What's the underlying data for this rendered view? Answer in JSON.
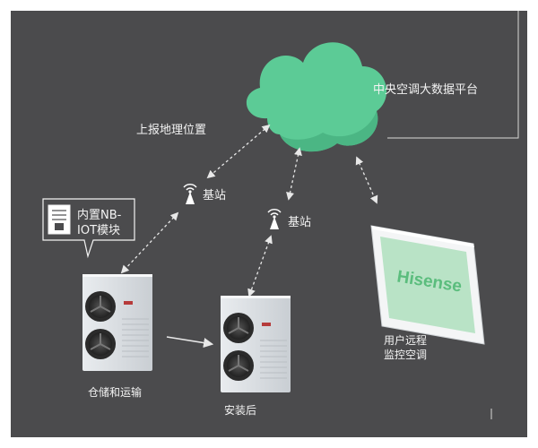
{
  "cloud": {
    "label": "中央空调大数据平台",
    "fill": "#5ccb96"
  },
  "report_label": "上报地理位置",
  "stations": [
    {
      "label": "基站"
    },
    {
      "label": "基站"
    }
  ],
  "module": {
    "line1": "内置NB-",
    "line2": "IOT模块"
  },
  "units": [
    {
      "label": "仓储和运输"
    },
    {
      "label": "安装后"
    }
  ],
  "tablet": {
    "brand": "Hisense",
    "caption_line1": "用户远程",
    "caption_line2": "监控空调",
    "screen_color": "#b9e3c6",
    "brand_color": "#5bbd7d"
  },
  "colors": {
    "background": "#4b4b4d",
    "text": "#f3f3f3",
    "link": "#e8e8e8"
  }
}
